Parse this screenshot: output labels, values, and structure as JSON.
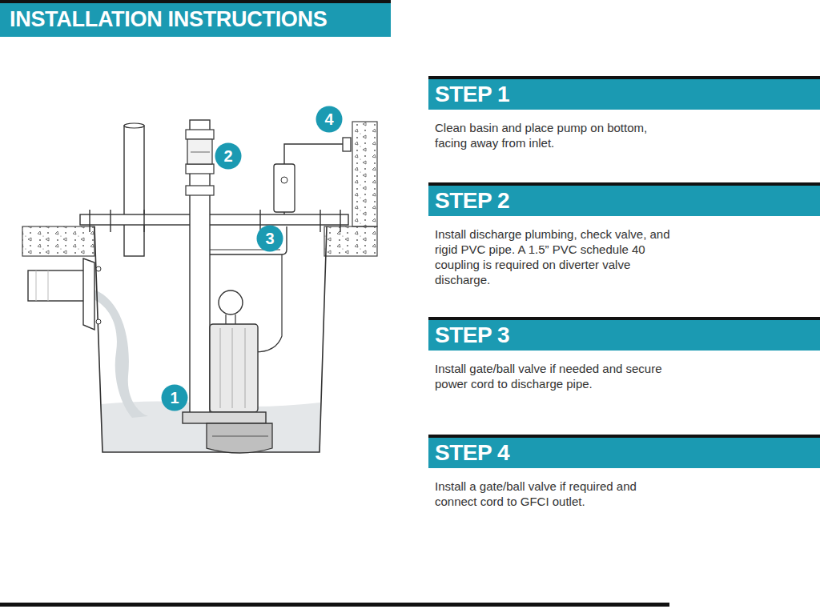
{
  "diagram": {
    "title": "INSTALLATION INSTRUCTIONS",
    "nodes": [
      {
        "text": [
          "STEP 1",
          "Clean basin and place pump on bottom, facing away from inlet."
        ]
      },
      {
        "text": [
          "STEP 2",
          "Install discharge plumbing, check valve, and rigid PVC pipe. A 1.5” PVC schedule 40 coupling is required on diverter valve discharge."
        ]
      },
      {
        "text": [
          "STEP 3",
          "Install gate/ball valve if needed and secure power cord to discharge pipe."
        ]
      },
      {
        "text": [
          "STEP 4",
          "Install a gate/ball valve if required and connect cord to GFCI outlet."
        ]
      },
      {
        "text": [
          "4"
        ]
      },
      {
        "text": [
          "2"
        ]
      },
      {
        "text": [
          "3"
        ]
      },
      {
        "text": [
          "1"
        ]
      }
    ]
  }
}
